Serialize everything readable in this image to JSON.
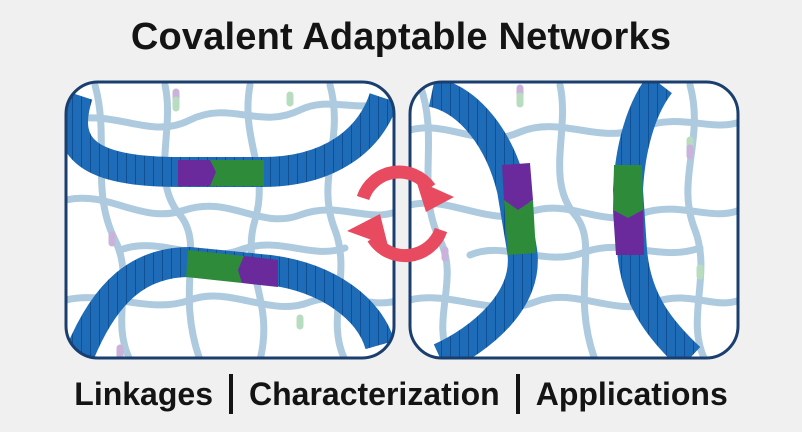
{
  "title": "Covalent Adaptable Networks",
  "footer": {
    "items": [
      "Linkages",
      "Characterization",
      "Applications"
    ]
  },
  "colors": {
    "strand": "#1e6bb8",
    "strand_light": "#a9c8de",
    "linker_green": "#2e8b3a",
    "linker_purple": "#6a2a9b",
    "arrows": "#e84a5f",
    "panel_border": "#1a3f6f"
  },
  "icons": [
    "cyclic-exchange-arrows-icon"
  ]
}
